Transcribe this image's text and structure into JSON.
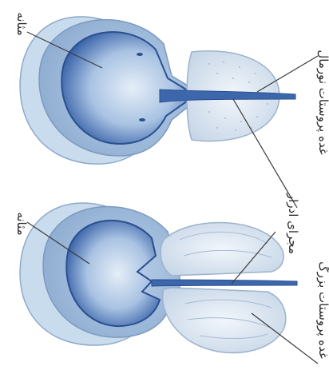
{
  "labels": {
    "bladder_top": "مثانه",
    "bladder_bottom": "مثانه",
    "normal_prostate": "غده پروستات نورمال",
    "urethra": "مجرای ادرار",
    "enlarged_prostate": "غده پروستات بزرگ"
  },
  "colors": {
    "wall_outer": "#c5d8ec",
    "wall_mid": "#9fbcdc",
    "lumen_dark": "#2f5aa3",
    "lumen_light": "#dbe6f4",
    "prostate": "#dfe9f4",
    "prostate_edge": "#9db3cc",
    "line": "#3a3a3a"
  }
}
